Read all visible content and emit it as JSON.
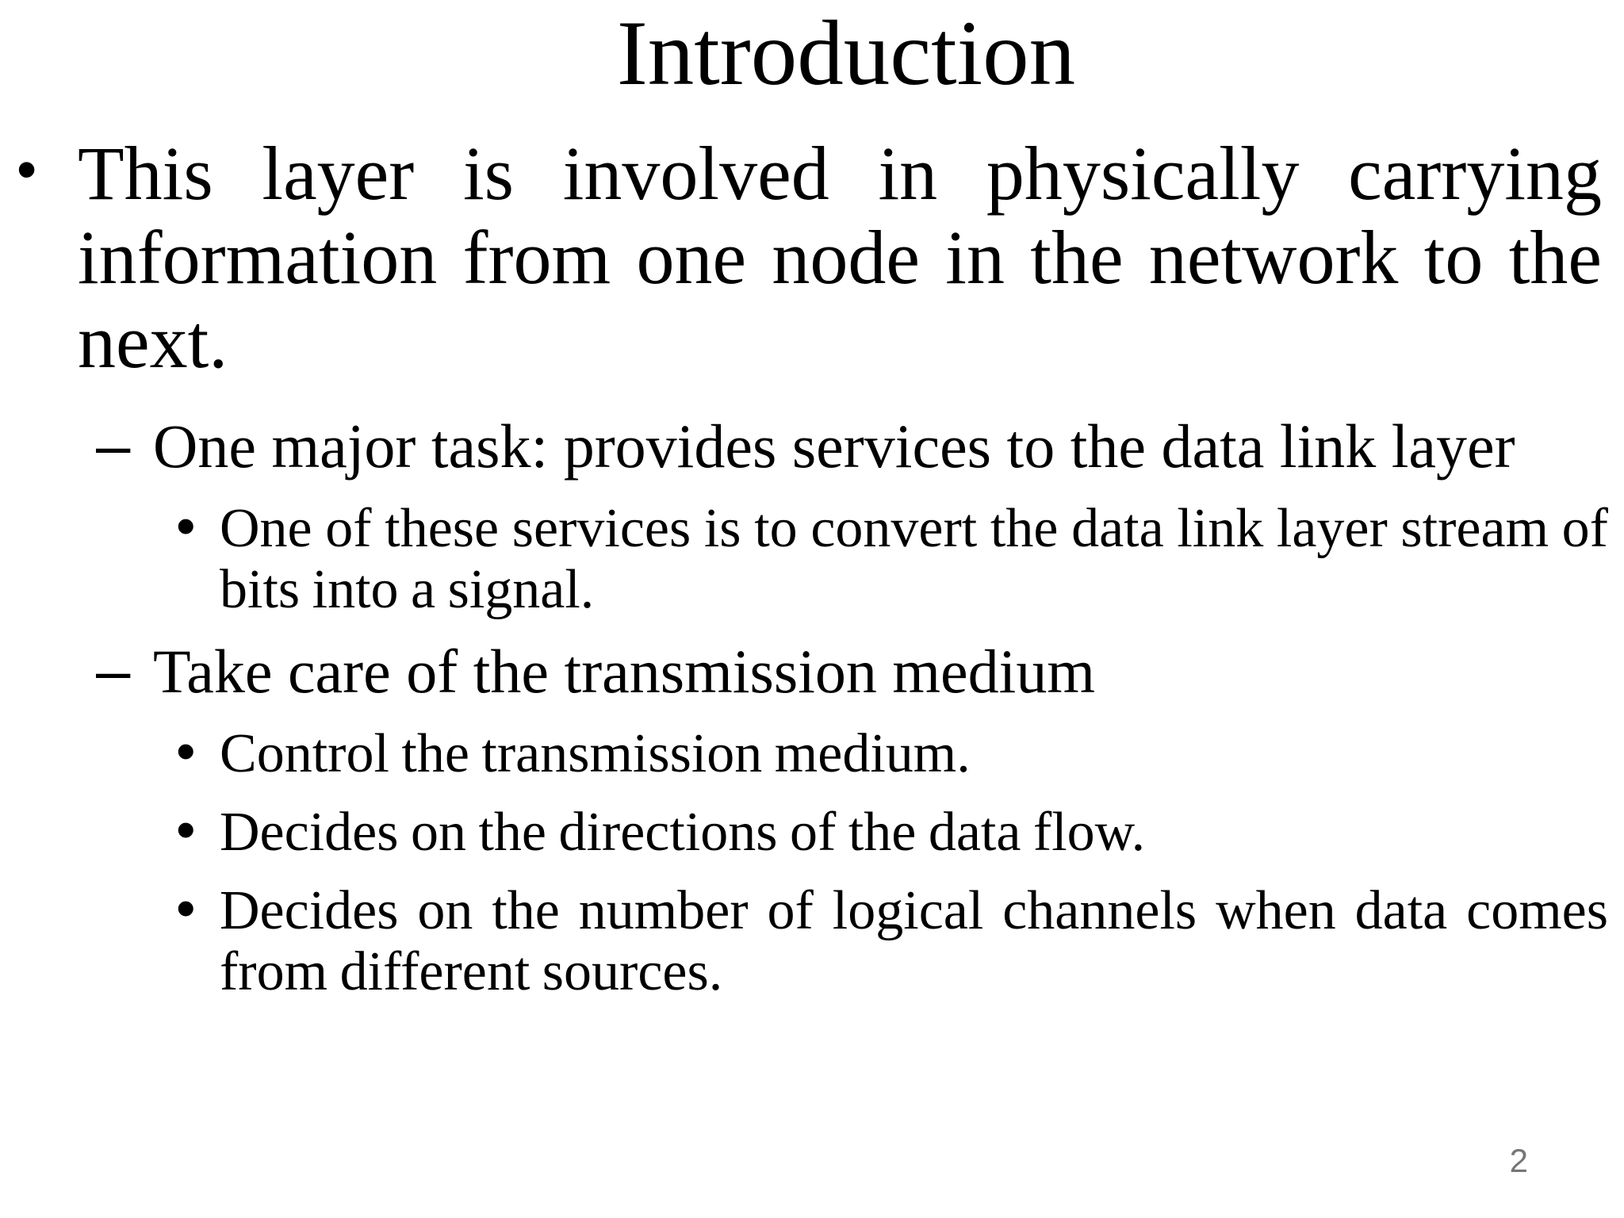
{
  "slide": {
    "title": "Introduction",
    "page_number": "2",
    "colors": {
      "background": "#ffffff",
      "text": "#000000",
      "page_number": "#767676"
    },
    "bullets": [
      {
        "level": 1,
        "marker": "•",
        "text": "This layer is involved in physically carrying information from one node in the network to the next."
      },
      {
        "level": 2,
        "marker": "–",
        "text": "One major task: provides services to the data link layer"
      },
      {
        "level": 3,
        "marker": "•",
        "text": "One of these services is to convert the data link layer stream of bits into a signal."
      },
      {
        "level": 2,
        "marker": "–",
        "text": "Take care of the transmission medium"
      },
      {
        "level": 3,
        "marker": "•",
        "text": "Control the transmission medium."
      },
      {
        "level": 3,
        "marker": "•",
        "text": "Decides on the directions of the data flow."
      },
      {
        "level": 3,
        "marker": "•",
        "text": "Decides on the number of logical channels when data comes from different sources."
      }
    ]
  }
}
